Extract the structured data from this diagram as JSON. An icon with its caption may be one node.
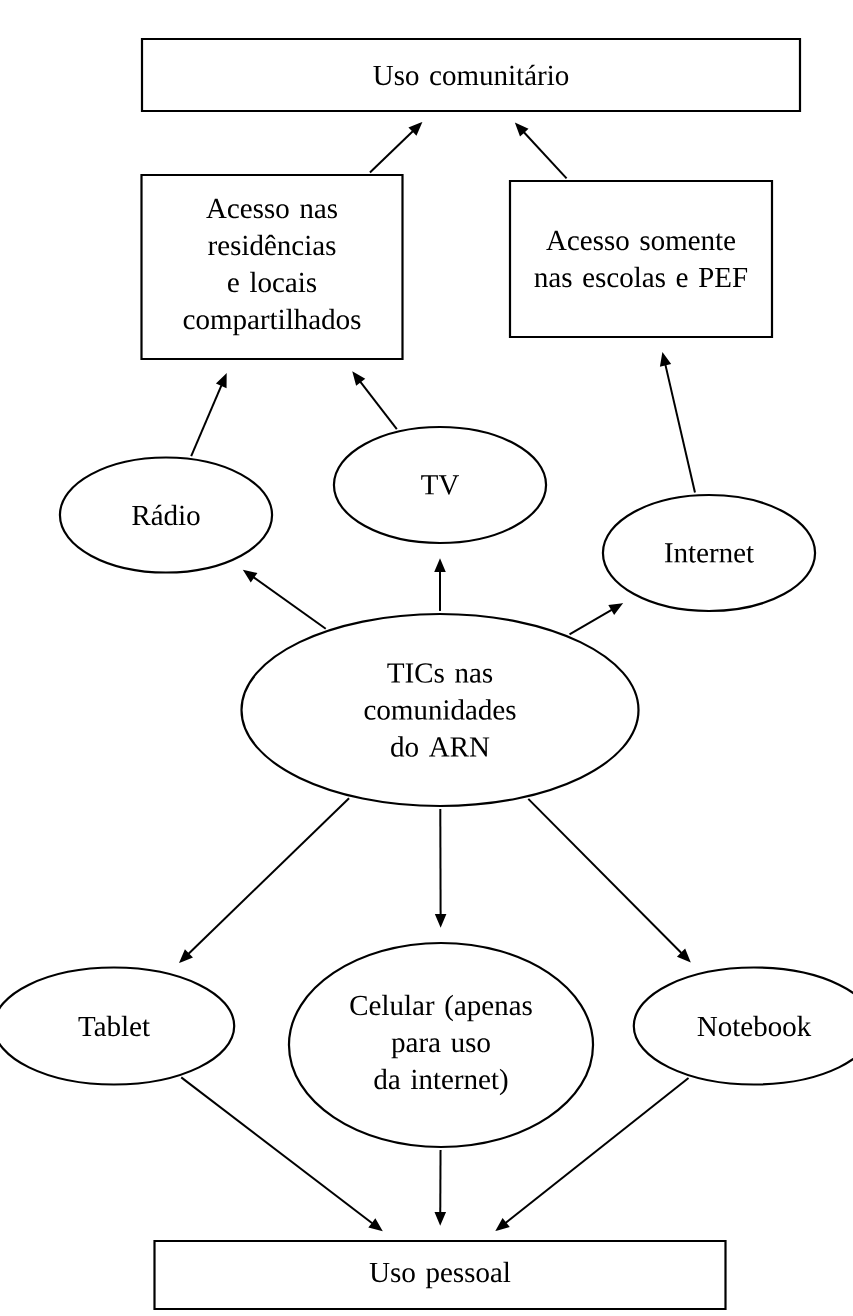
{
  "diagram": {
    "nodes": [
      {
        "text": [
          "Uso comunitário"
        ]
      },
      {
        "text": [
          "Acesso nas residências e locais compartilhados"
        ]
      },
      {
        "text": [
          "Acesso somente nas escolas e PEF"
        ]
      },
      {
        "text": [
          "Rádio"
        ]
      },
      {
        "text": [
          "TV"
        ]
      },
      {
        "text": [
          "Internet"
        ]
      },
      {
        "text": [
          "TICs nas comunidades do ARN"
        ]
      },
      {
        "text": [
          "Tablet"
        ]
      },
      {
        "text": [
          "Celular (apenas para uso da internet)"
        ]
      },
      {
        "text": [
          "Notebook"
        ]
      },
      {
        "text": [
          "Uso pessoal"
        ]
      }
    ],
    "edges": [
      {
        "from": 1,
        "to": 0,
        "arrow": "to"
      },
      {
        "from": 2,
        "to": 0,
        "arrow": "to"
      },
      {
        "from": 3,
        "to": 1,
        "arrow": "to"
      },
      {
        "from": 4,
        "to": 1,
        "arrow": "to"
      },
      {
        "from": 5,
        "to": 2,
        "arrow": "to"
      },
      {
        "from": 6,
        "to": 3,
        "arrow": "to"
      },
      {
        "from": 6,
        "to": 4,
        "arrow": "to"
      },
      {
        "from": 6,
        "to": 5,
        "arrow": "to"
      },
      {
        "from": 6,
        "to": 7,
        "arrow": "to"
      },
      {
        "from": 6,
        "to": 8,
        "arrow": "to"
      },
      {
        "from": 6,
        "to": 9,
        "arrow": "to"
      },
      {
        "from": 7,
        "to": 10,
        "arrow": "to"
      },
      {
        "from": 8,
        "to": 10,
        "arrow": "to"
      },
      {
        "from": 9,
        "to": 10,
        "arrow": "to"
      }
    ]
  }
}
